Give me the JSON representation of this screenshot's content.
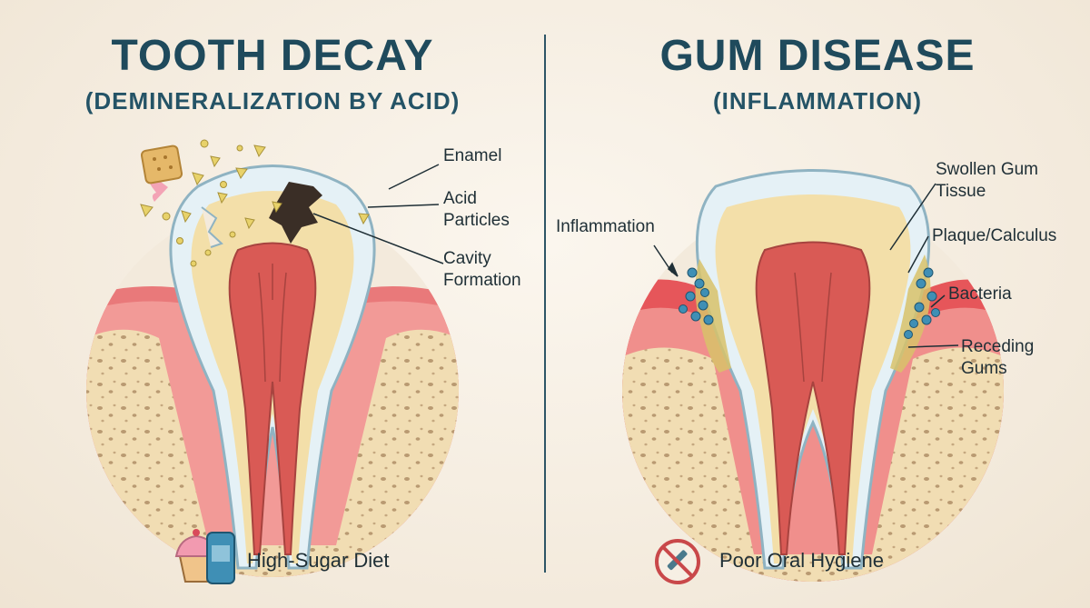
{
  "left": {
    "title": "TOOTH DECAY",
    "subtitle": "(DEMINERALIZATION BY ACID)",
    "labels": {
      "enamel": "Enamel",
      "acid_particles": "Acid Particles",
      "cavity_formation": "Cavity Formation"
    },
    "footer": {
      "text": "High-Sugar Diet",
      "icon": "cupcake-soda-icon"
    }
  },
  "right": {
    "title": "GUM DISEASE",
    "subtitle": "(INFLAMMATION)",
    "labels": {
      "inflammation": "Inflammation",
      "swollen_gum_tissue": "Swollen Gum Tissue",
      "plaque_calculus": "Plaque/Calculus",
      "bacteria": "Bacteria",
      "receding_gums": "Receding Gums"
    },
    "footer": {
      "text": "Poor Oral Hygiene",
      "icon": "no-toothbrush-icon"
    }
  },
  "colors": {
    "title": "#1f4a5c",
    "gum": "#e9797a",
    "bone": "#f1ddb3",
    "enamel": "#dfeef4",
    "dentin": "#f3dfa9",
    "pulp": "#d95a55",
    "bacteria": "#3f8fb5",
    "plaque": "#d8c26a"
  }
}
